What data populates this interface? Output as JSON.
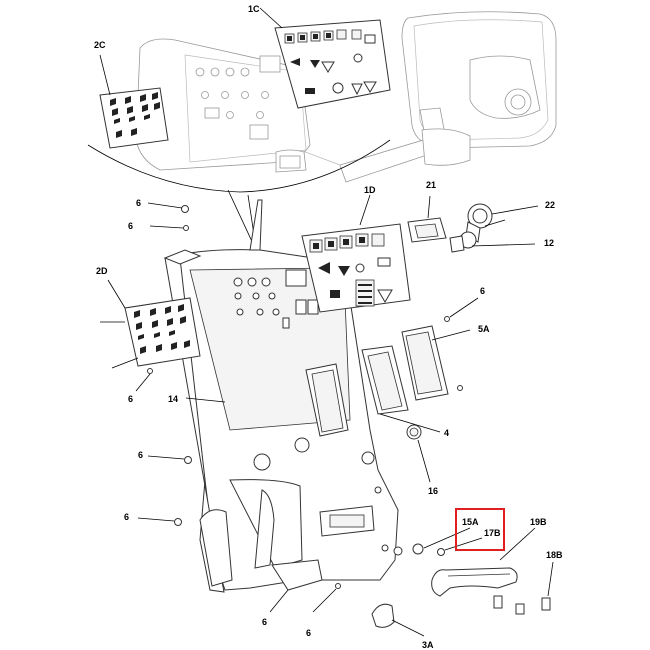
{
  "labels": {
    "l1C": "1C",
    "l2C": "2C",
    "l1D": "1D",
    "l21": "21",
    "l22": "22",
    "l12": "12",
    "l6a": "6",
    "l6b": "6",
    "l2D": "2D",
    "l6c": "6",
    "l5A": "5A",
    "l6d": "6",
    "l14": "14",
    "l4": "4",
    "l6e": "6",
    "l16": "16",
    "l6f": "6",
    "l15A": "15A",
    "l17B": "17B",
    "l19B": "19B",
    "l18B": "18B",
    "l6g": "6",
    "l6h": "6",
    "l3A": "3A"
  },
  "highlight_color": "#e02020"
}
